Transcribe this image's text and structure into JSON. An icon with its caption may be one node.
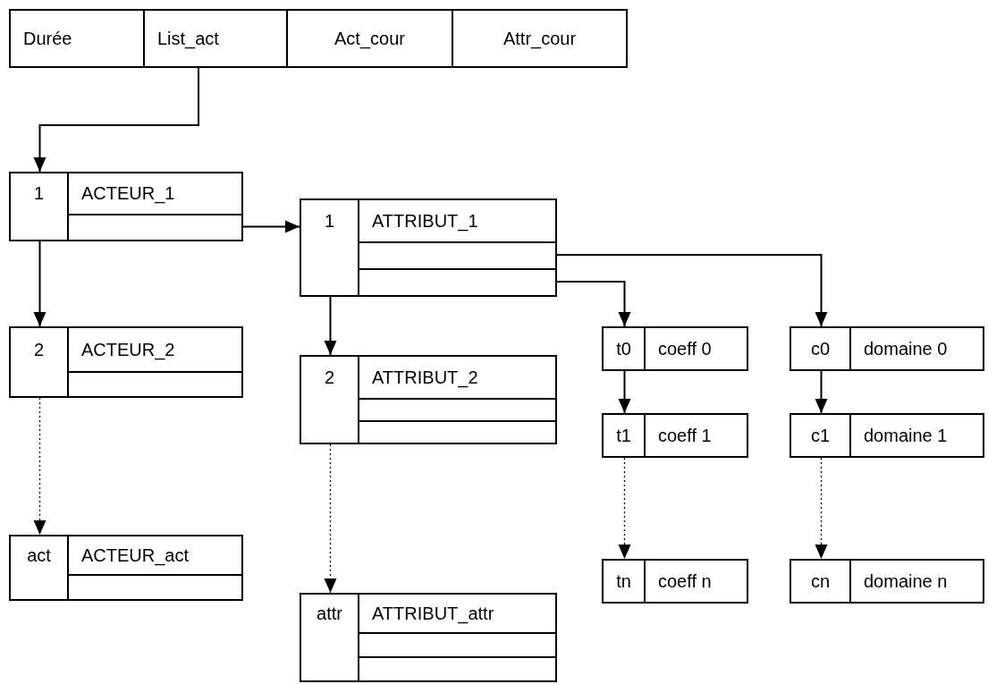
{
  "diagram": {
    "nodes": [
      {
        "text": [
          "Durée"
        ]
      },
      {
        "text": [
          "List_act"
        ]
      },
      {
        "text": [
          "Act_cour"
        ]
      },
      {
        "text": [
          "Attr_cour"
        ]
      },
      {
        "text": [
          "1",
          "ACTEUR_1"
        ]
      },
      {
        "text": [],
        "shape": "box",
        "in": 4
      },
      {
        "text": [
          "1",
          "ATTRIBUT_1"
        ]
      },
      {
        "text": [],
        "shape": "box",
        "in": 6
      },
      {
        "text": [],
        "shape": "box",
        "in": 6
      },
      {
        "text": [
          "2",
          "ACTEUR_2"
        ]
      },
      {
        "text": [],
        "shape": "box",
        "in": 9
      },
      {
        "text": [
          "t0",
          "coeff 0"
        ]
      },
      {
        "text": [
          "c0",
          "domaine 0"
        ]
      },
      {
        "text": [
          "2",
          "ATTRIBUT_2"
        ]
      },
      {
        "text": [],
        "shape": "box",
        "in": 13
      },
      {
        "text": [],
        "shape": "box",
        "in": 13
      },
      {
        "text": [
          "t1",
          "coeff 1"
        ]
      },
      {
        "text": [
          "c1",
          "domaine 1"
        ]
      },
      {
        "text": [
          "act",
          "ACTEUR_act"
        ]
      },
      {
        "text": [],
        "shape": "box",
        "in": 18
      },
      {
        "text": [
          "tn",
          "coeff n"
        ]
      },
      {
        "text": [
          "cn",
          "domaine n"
        ]
      },
      {
        "text": [
          "attr",
          "ATTRIBUT_attr"
        ]
      },
      {
        "text": [],
        "shape": "box",
        "in": 22
      },
      {
        "text": [],
        "shape": "box",
        "in": 22
      }
    ],
    "edges": [
      {
        "from": 1,
        "to": 4,
        "arrow": "to"
      },
      {
        "from": 5,
        "to": 6,
        "arrow": "to"
      },
      {
        "from": 4,
        "to": 9,
        "arrow": "to"
      },
      {
        "from": 9,
        "to": 18,
        "arrow": "to",
        "style": "dashed"
      },
      {
        "from": 6,
        "to": 13,
        "arrow": "to"
      },
      {
        "from": 13,
        "to": 22,
        "arrow": "to",
        "style": "dashed"
      },
      {
        "from": 7,
        "to": 12,
        "arrow": "to"
      },
      {
        "from": 8,
        "to": 11,
        "arrow": "to"
      },
      {
        "from": 11,
        "to": 16,
        "arrow": "to"
      },
      {
        "from": 16,
        "to": 20,
        "arrow": "to",
        "style": "dashed"
      },
      {
        "from": 12,
        "to": 17,
        "arrow": "to"
      },
      {
        "from": 17,
        "to": 21,
        "arrow": "to",
        "style": "dashed"
      }
    ]
  }
}
